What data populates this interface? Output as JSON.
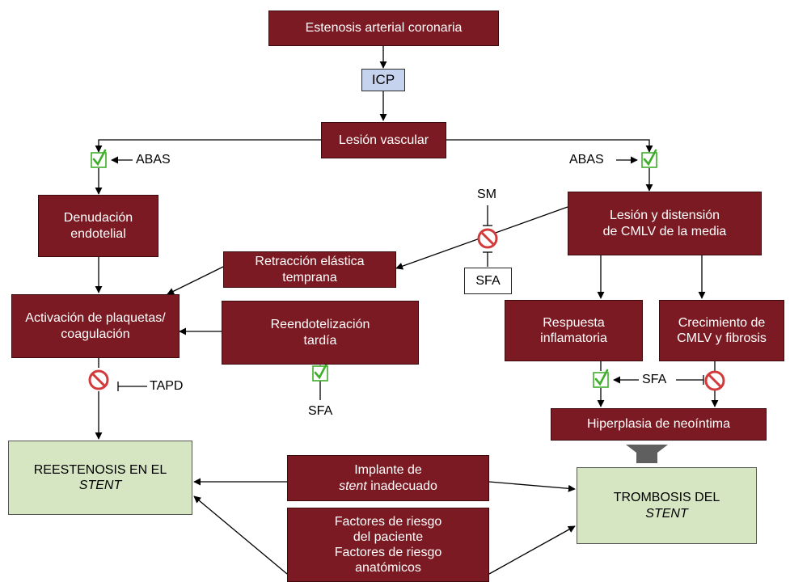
{
  "nodes": {
    "estenosis": "Estenosis arterial coronaria",
    "icp": "ICP",
    "lesion_vascular": "Lesión vascular",
    "denudacion_1": "Denudación",
    "denudacion_2": "endotelial",
    "lesion_cmlv_1": "Lesión y distensión",
    "lesion_cmlv_2": "de CMLV de la media",
    "retraccion_1": "Retracción elástica",
    "retraccion_2": "temprana",
    "activacion_1": "Activación de plaquetas/",
    "activacion_2": "coagulación",
    "reendo_1": "Reendotelización",
    "reendo_2": "tardía",
    "respuesta_1": "Respuesta",
    "respuesta_2": "inflamatoria",
    "crecimiento_1": "Crecimiento de",
    "crecimiento_2": "CMLV y fibrosis",
    "hiperplasia": "Hiperplasia de neoíntima",
    "reestenosis_1": "REESTENOSIS EN EL",
    "reestenosis_2": "STENT",
    "implante_1": "Implante de",
    "implante_2a": "stent",
    "implante_2b": " inadecuado",
    "trombosis_1": "TROMBOSIS DEL",
    "trombosis_2": "STENT",
    "factores_1": "Factores de riesgo",
    "factores_2": "del paciente",
    "factores_3": "Factores de riesgo",
    "factores_4": "anatómicos"
  },
  "labels": {
    "abas_left": "ABAS",
    "abas_right": "ABAS",
    "sm": "SM",
    "sfa_box": "SFA",
    "tapd": "TAPD",
    "sfa_bottom": "SFA",
    "sfa_right": "SFA"
  },
  "colors": {
    "node_red": "#7b1a22",
    "node_blue": "#c5d3ee",
    "node_green": "#d6e6c3",
    "check_green": "#3fae2a",
    "inhibit_red": "#d23b3b"
  }
}
